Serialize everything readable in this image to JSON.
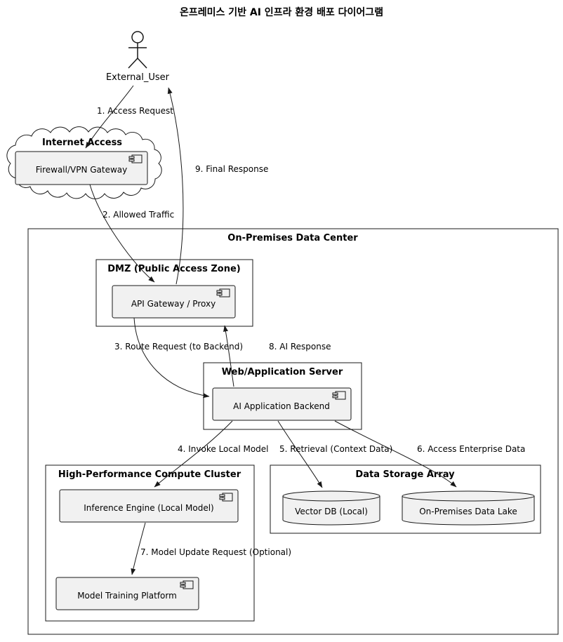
{
  "title": "온프레미스 기반 AI 인프라 환경 배포 다이어그램",
  "colors": {
    "background": "#ffffff",
    "line": "#181818",
    "node_fill": "#f1f1f1",
    "container_fill": "#ffffff",
    "text": "#000000"
  },
  "actor": {
    "label": "External_User"
  },
  "internet": {
    "label": "Internet Access",
    "firewall": "Firewall/VPN Gateway"
  },
  "datacenter": {
    "label": "On-Premises Data Center",
    "dmz": {
      "label": "DMZ (Public Access Zone)",
      "api_gateway": "API Gateway / Proxy"
    },
    "web_server": {
      "label": "Web/Application Server",
      "backend": "AI Application Backend"
    },
    "compute_cluster": {
      "label": "High-Performance Compute Cluster",
      "inference_engine": "Inference Engine (Local Model)",
      "training_platform": "Model Training Platform"
    },
    "storage": {
      "label": "Data Storage Array",
      "vector_db": "Vector DB (Local)",
      "data_lake": "On-Premises Data Lake"
    }
  },
  "edges": {
    "access_request": "1. Access Request",
    "allowed_traffic": "2. Allowed Traffic",
    "route_request": "3. Route Request (to Backend)",
    "invoke_model": "4. Invoke Local Model",
    "retrieval": "5. Retrieval (Context Data)",
    "enterprise_data": "6. Access Enterprise Data",
    "model_update": "7. Model Update Request (Optional)",
    "ai_response": "8. AI Response",
    "final_response": "9. Final Response"
  }
}
